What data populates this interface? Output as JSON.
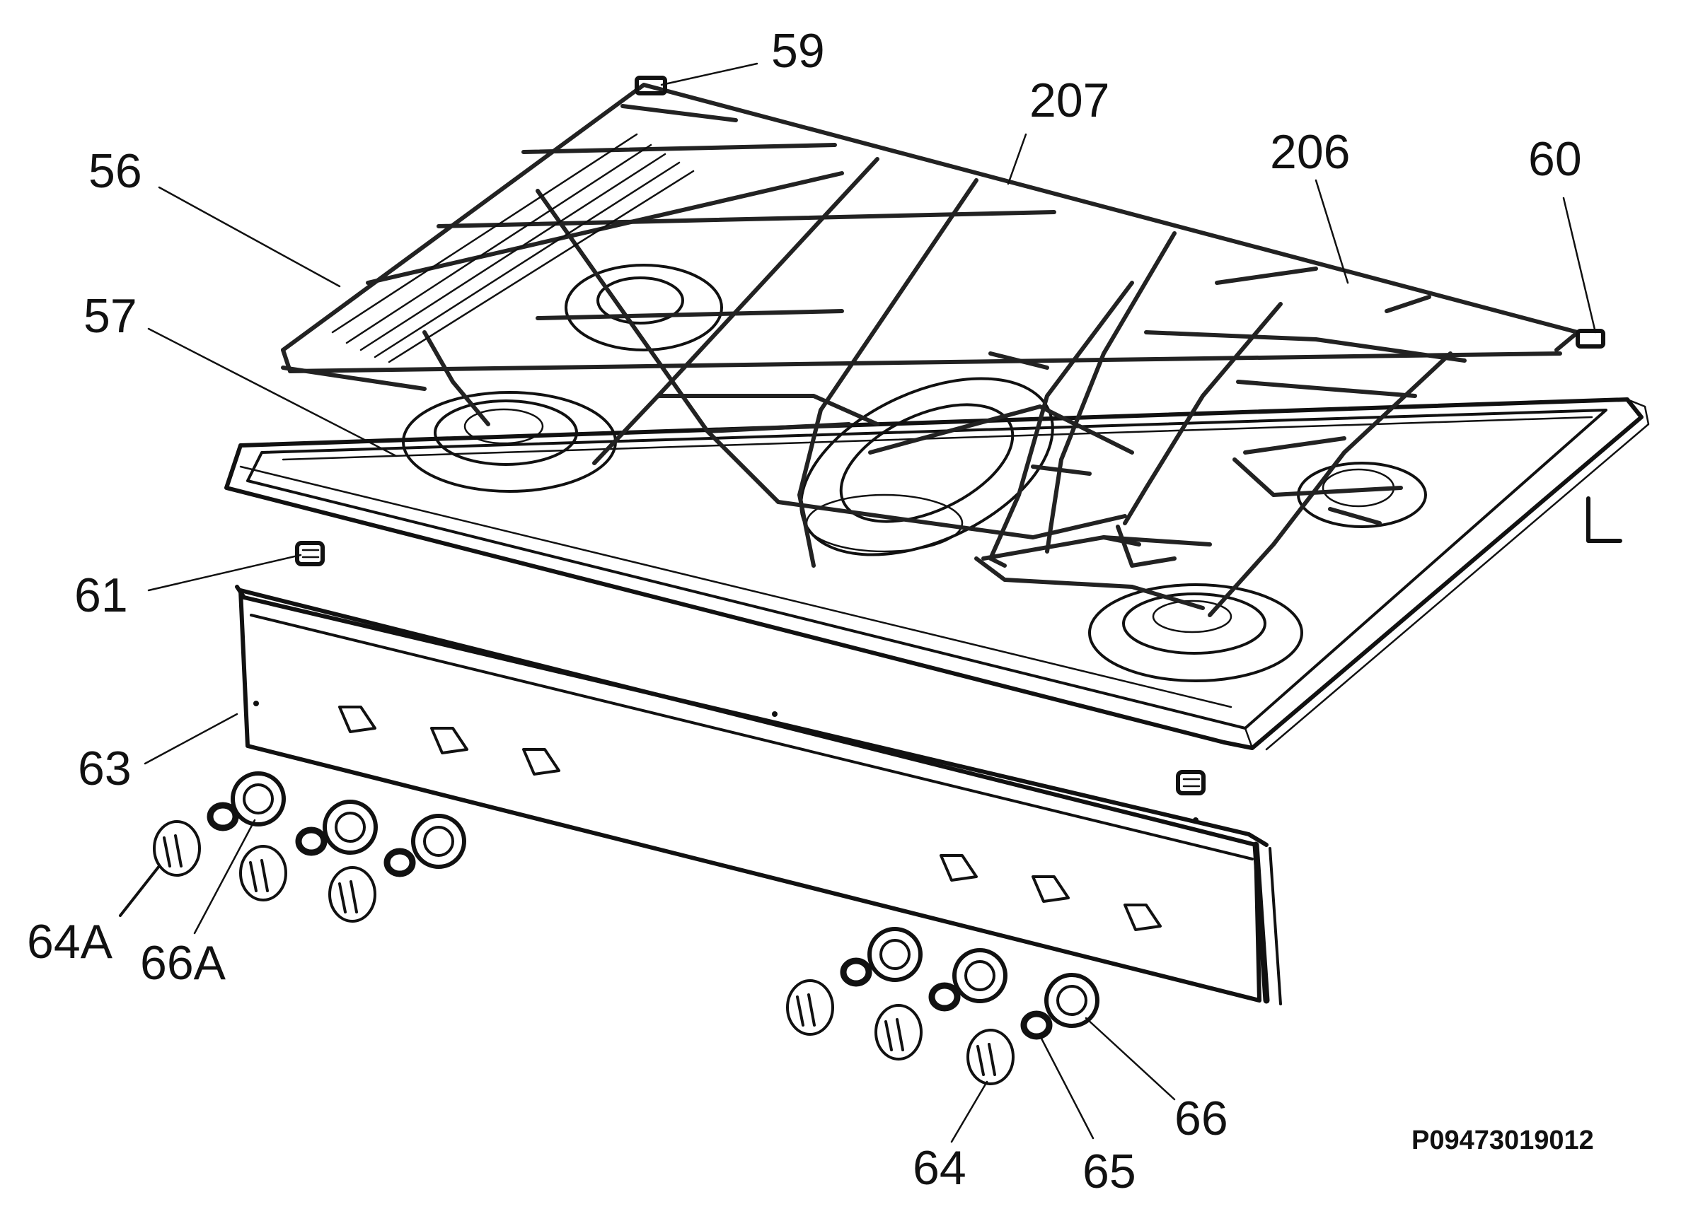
{
  "labels": {
    "l59": "59",
    "l207": "207",
    "l206": "206",
    "l60": "60",
    "l56": "56",
    "l57": "57",
    "l61": "61",
    "l63": "63",
    "l64a": "64A",
    "l66a": "66A",
    "l64": "64",
    "l65": "65",
    "l66": "66",
    "corner": "L"
  },
  "drawing_id": "P09473019012",
  "icons": [
    "pan-support-grid-icon",
    "hob-top-icon",
    "burner-icon",
    "control-panel-icon",
    "control-knob-icon",
    "knob-bezel-icon",
    "knob-spring-ring-icon",
    "clip-icon"
  ]
}
